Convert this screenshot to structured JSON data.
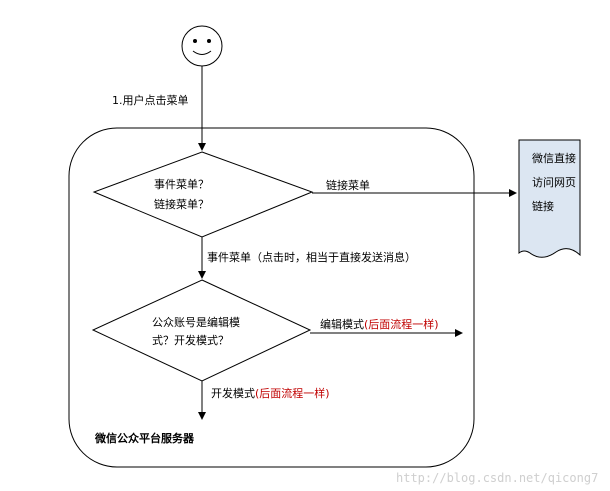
{
  "start": {
    "icon": "smiley-face-icon"
  },
  "step1_label": "1.用户点击菜单",
  "decision1": {
    "line1": "事件菜单？",
    "line2": "链接菜单？"
  },
  "link_menu_label": "链接菜单",
  "document": {
    "line1": "微信直接",
    "line2": "访问网页",
    "line3": "链接"
  },
  "event_menu_label": "事件菜单（点击时，相当于直接发送消息）",
  "decision2": {
    "line1": "公众账号是编辑模",
    "line2": "式？开发模式？"
  },
  "edit_mode": {
    "label": "编辑模式",
    "note": "(后面流程一样)"
  },
  "dev_mode": {
    "label": "开发模式",
    "note": "(后面流程一样)"
  },
  "server_label": "微信公众平台服务器",
  "watermark": "http://blog.csdn.net/qicong7",
  "colors": {
    "note_red": "#c00000",
    "document_fill": "#dce6f2",
    "stroke": "#000000"
  }
}
